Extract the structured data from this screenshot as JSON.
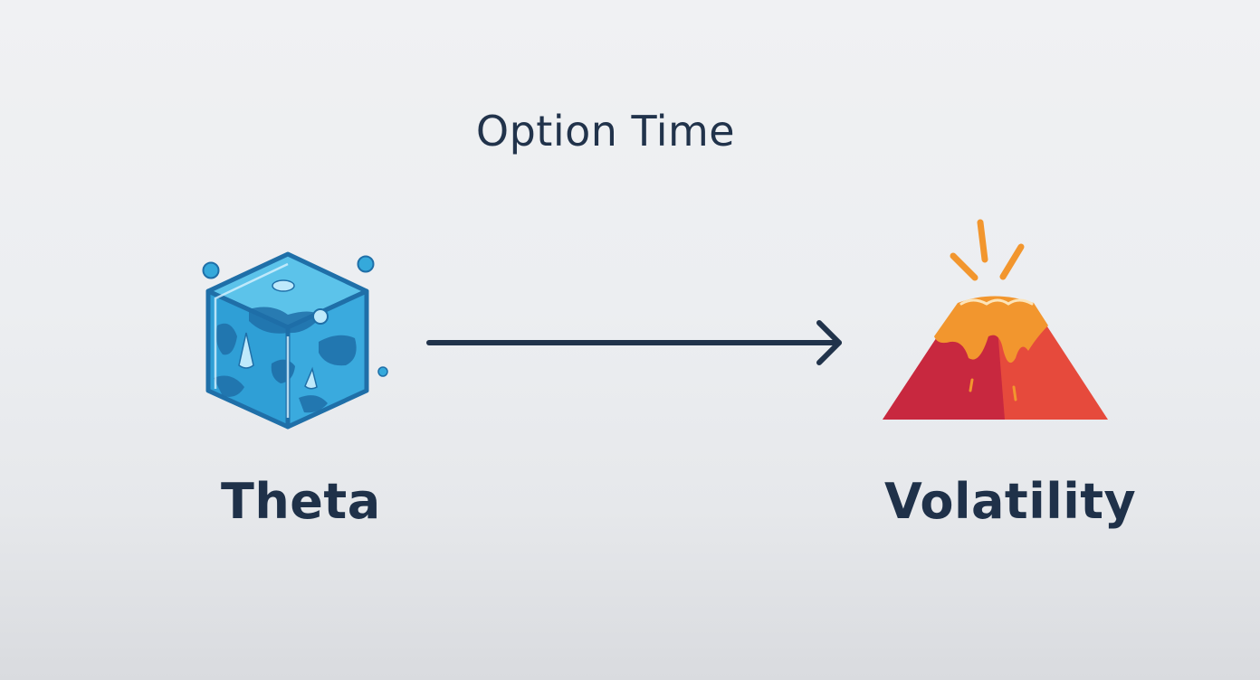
{
  "diagram": {
    "title": "Option Time",
    "left_node": {
      "label": "Theta",
      "icon": "ice-cube-icon"
    },
    "right_node": {
      "label": "Volatility",
      "icon": "volcano-icon"
    },
    "connector": {
      "icon": "arrow-right-icon"
    },
    "colors": {
      "text": "#21334b",
      "ice_light": "#35a9db",
      "ice_dark": "#1f6fa8",
      "volcano_orange": "#f2962e",
      "volcano_red": "#e64a3c",
      "volcano_dark_red": "#c8283f"
    }
  }
}
